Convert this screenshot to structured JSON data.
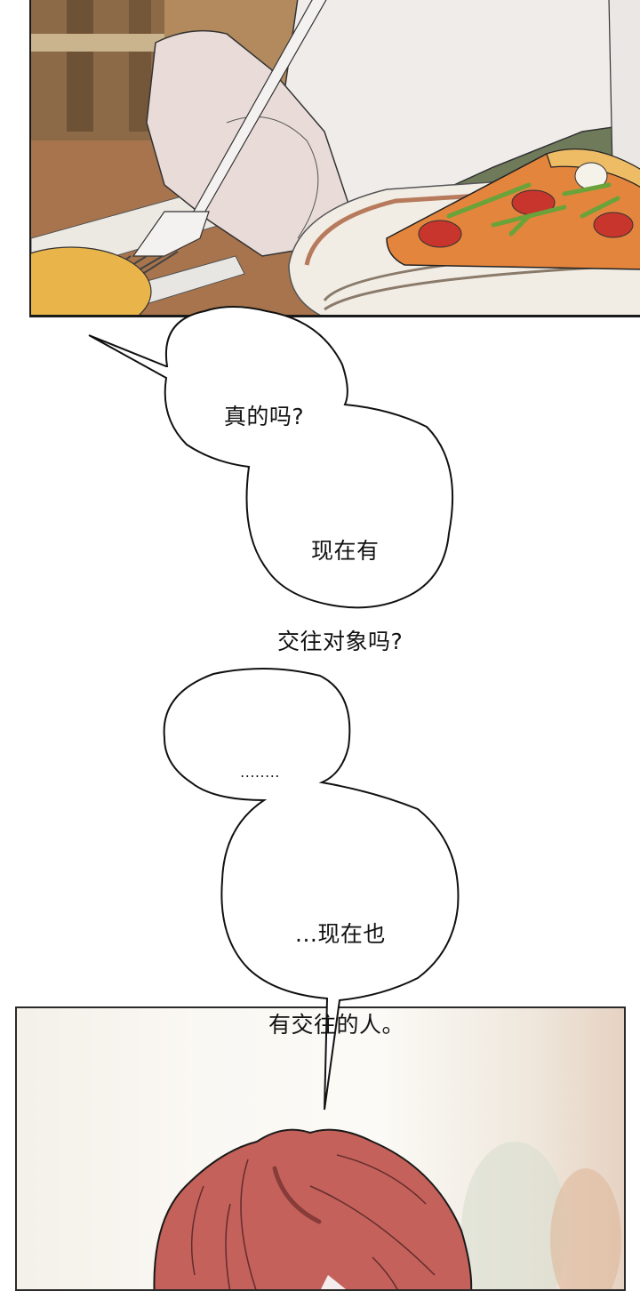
{
  "comic": {
    "panels": [
      {
        "id": "panel-1",
        "description": "Close-up of a hand holding a fork over a plate with a slice of pepperoni pizza on a wooden table"
      },
      {
        "id": "panel-2",
        "description": "Top of a red-haired character's head against a pale blurred background"
      }
    ],
    "bubbles": [
      {
        "id": "bubble-1",
        "lines": [
          "真的吗?"
        ]
      },
      {
        "id": "bubble-2",
        "lines": [
          "现在有",
          "交往对象吗?"
        ]
      },
      {
        "id": "bubble-3",
        "lines": [
          "........"
        ]
      },
      {
        "id": "bubble-4",
        "lines": [
          "...现在也",
          "有交往的人。"
        ]
      }
    ]
  },
  "colors": {
    "hair": "#c4615a",
    "pizza_crust": "#e8a94a",
    "pizza_sauce": "#e07a3a",
    "pepperoni": "#c43a30",
    "table": "#9a6a45",
    "sleeve": "#efebe8",
    "panel_border": "#1a1a1a"
  }
}
